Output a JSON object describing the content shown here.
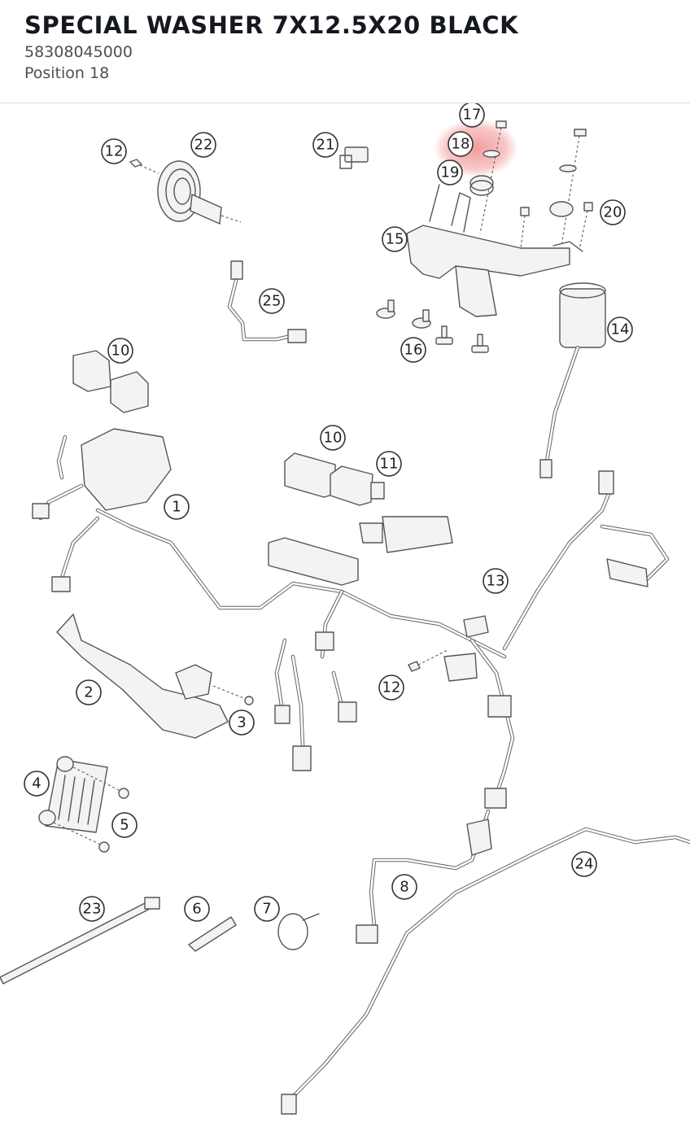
{
  "header": {
    "title": "SPECIAL WASHER 7X12.5X20 BLACK",
    "part_number": "58308045000",
    "position": "Position 18"
  },
  "diagram": {
    "highlight_color": "#f2a0a0",
    "callouts": [
      {
        "label": "12"
      },
      {
        "label": "22"
      },
      {
        "label": "21"
      },
      {
        "label": "17"
      },
      {
        "label": "18"
      },
      {
        "label": "19"
      },
      {
        "label": "20"
      },
      {
        "label": "15"
      },
      {
        "label": "25"
      },
      {
        "label": "16"
      },
      {
        "label": "14"
      },
      {
        "label": "10"
      },
      {
        "label": "10"
      },
      {
        "label": "11"
      },
      {
        "label": "1"
      },
      {
        "label": "13"
      },
      {
        "label": "2"
      },
      {
        "label": "12"
      },
      {
        "label": "3"
      },
      {
        "label": "4"
      },
      {
        "label": "5"
      },
      {
        "label": "24"
      },
      {
        "label": "8"
      },
      {
        "label": "23"
      },
      {
        "label": "6"
      },
      {
        "label": "7"
      }
    ]
  }
}
